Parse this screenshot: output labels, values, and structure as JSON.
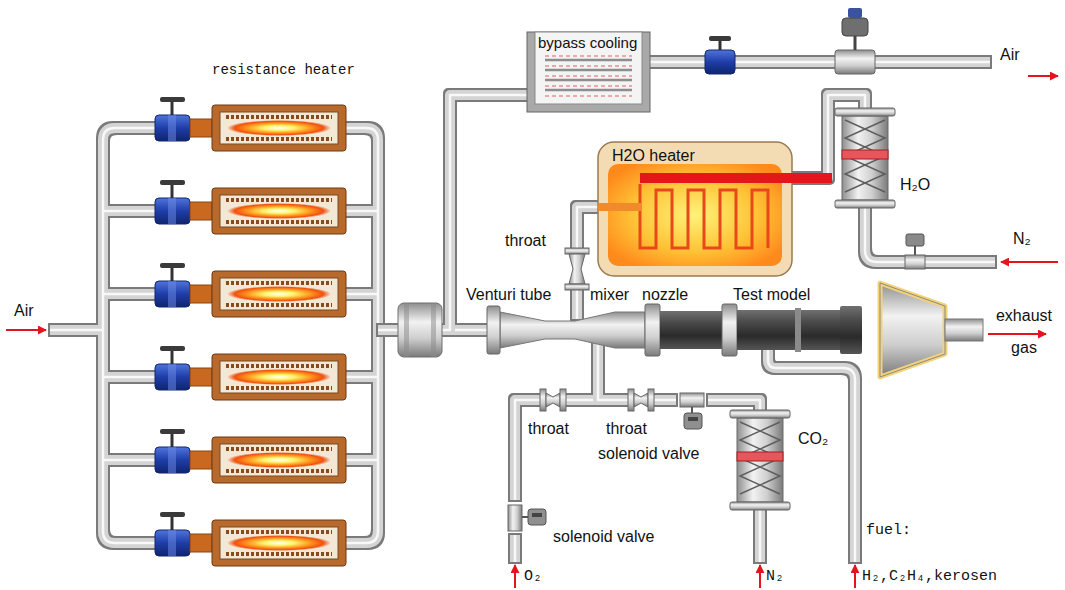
{
  "diagram": {
    "nodes": [
      {
        "text": [
          "resistance heater"
        ]
      },
      {
        "text": [
          "bypass cooling"
        ]
      },
      {
        "text": [
          "H2O heater"
        ]
      },
      {
        "text": [
          "H₂O"
        ]
      },
      {
        "text": [
          "throat"
        ]
      },
      {
        "text": [
          "Venturi tube"
        ]
      },
      {
        "text": [
          "mixer"
        ]
      },
      {
        "text": [
          "nozzle"
        ]
      },
      {
        "text": [
          "Test model"
        ]
      },
      {
        "text": [
          "exhaust gas"
        ]
      },
      {
        "text": [
          "throat"
        ]
      },
      {
        "text": [
          "throat"
        ]
      },
      {
        "text": [
          "solenoid valve"
        ]
      },
      {
        "text": [
          "CO₂"
        ]
      },
      {
        "text": [
          "solenoid valve"
        ]
      }
    ],
    "edges": [
      {
        "from": 0,
        "to": 5,
        "arrow": "none"
      },
      {
        "from": 0,
        "to": 1,
        "arrow": "none"
      },
      {
        "from": 3,
        "to": 2,
        "arrow": "none"
      },
      {
        "from": 2,
        "to": 4,
        "arrow": "none"
      },
      {
        "from": 4,
        "to": 6,
        "arrow": "none"
      },
      {
        "from": 14,
        "to": 10,
        "arrow": "none"
      },
      {
        "from": 10,
        "to": 6,
        "arrow": "none"
      },
      {
        "from": 13,
        "to": 12,
        "arrow": "none"
      },
      {
        "from": 12,
        "to": 11,
        "arrow": "none"
      },
      {
        "from": 11,
        "to": 6,
        "arrow": "none"
      }
    ],
    "labels": [
      "Air",
      "Air",
      "N₂",
      "O₂",
      "N₂",
      "fuel:",
      "H₂,C₂H₄,kerosen"
    ]
  }
}
